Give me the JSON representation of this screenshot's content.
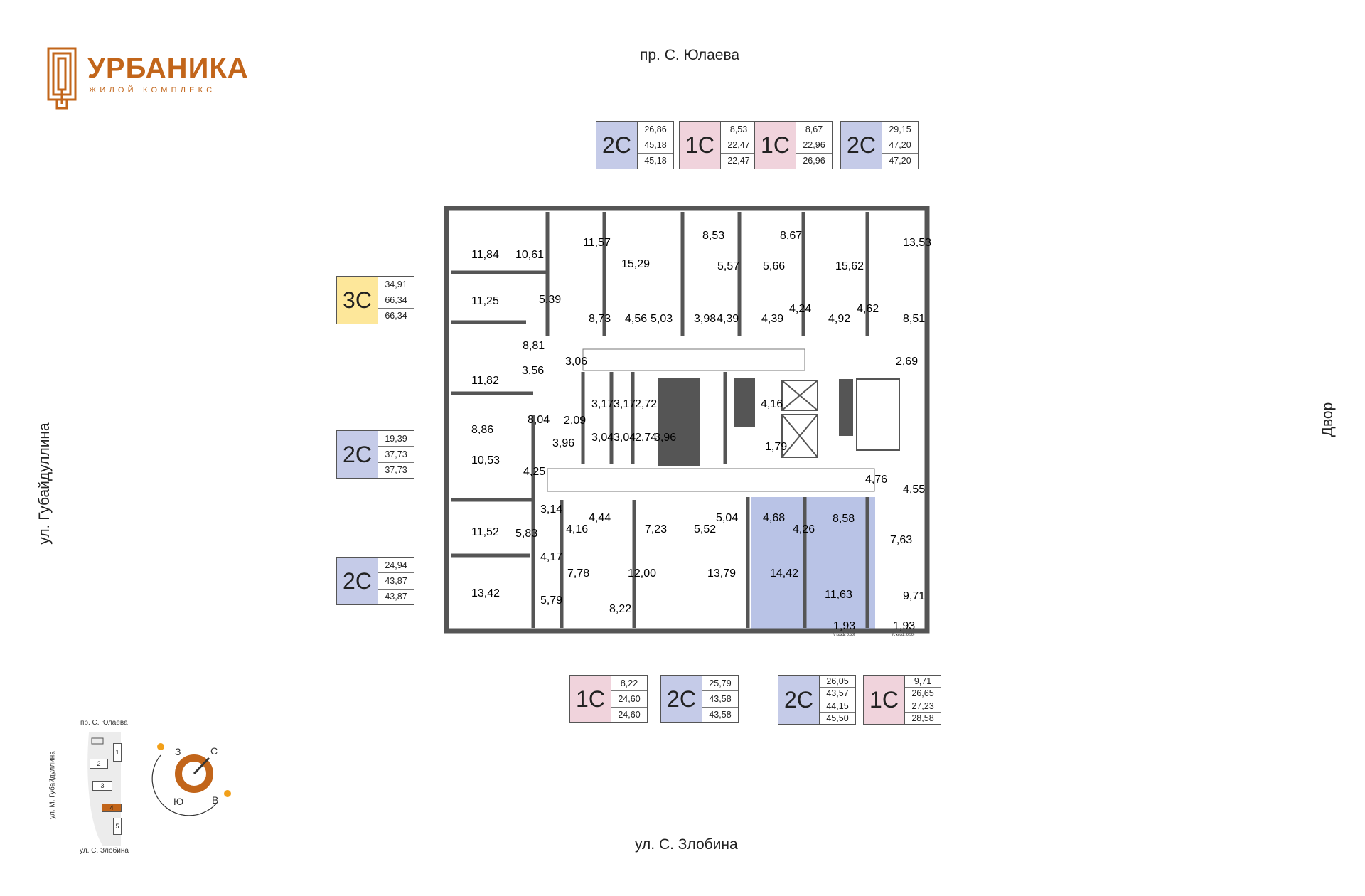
{
  "brand": {
    "title": "УРБАНИКА",
    "subtitle": "ЖИЛОЙ КОМПЛЕКС",
    "color": "#c2651a"
  },
  "streets": {
    "top": "пр. С. Юлаева",
    "bottom": "ул. С. Злобина",
    "left": "ул. Губайдуллина",
    "right": "Двор"
  },
  "colors": {
    "blue": "#c5cbe8",
    "pink": "#f0d3dc",
    "yellow": "#fde79a",
    "selected": "#b9c3e6",
    "wall": "#555555"
  },
  "apartments": {
    "top": [
      {
        "type": "2С",
        "color": "blue",
        "values": [
          "26,86",
          "45,18",
          "45,18"
        ]
      },
      {
        "type": "1С",
        "color": "pink",
        "values": [
          "8,53",
          "22,47",
          "22,47"
        ]
      },
      {
        "type": "1С",
        "color": "pink",
        "values": [
          "8,67",
          "22,96",
          "26,96"
        ]
      },
      {
        "type": "2С",
        "color": "blue",
        "values": [
          "29,15",
          "47,20",
          "47,20"
        ]
      }
    ],
    "left": [
      {
        "type": "3С",
        "color": "yellow",
        "values": [
          "34,91",
          "66,34",
          "66,34"
        ]
      },
      {
        "type": "2С",
        "color": "blue",
        "values": [
          "19,39",
          "37,73",
          "37,73"
        ]
      },
      {
        "type": "2С",
        "color": "blue",
        "values": [
          "24,94",
          "43,87",
          "43,87"
        ]
      }
    ],
    "bottom": [
      {
        "type": "1С",
        "color": "pink",
        "values": [
          "8,22",
          "24,60",
          "24,60"
        ]
      },
      {
        "type": "2С",
        "color": "blue",
        "values": [
          "25,79",
          "43,58",
          "43,58"
        ]
      },
      {
        "type": "2С",
        "color": "blue",
        "values": [
          "26,05",
          "43,57",
          "44,15",
          "45,50"
        ]
      },
      {
        "type": "1С",
        "color": "pink",
        "values": [
          "9,71",
          "26,65",
          "27,23",
          "28,58"
        ]
      }
    ]
  },
  "room_areas": {
    "r1": "11,84",
    "r2": "10,61",
    "r3": "11,57",
    "r4": "15,29",
    "r5": "8,53",
    "r6": "8,67",
    "r7": "15,62",
    "r8": "13,53",
    "r9": "5,57",
    "r10": "5,66",
    "r11": "11,25",
    "r12": "5,39",
    "r13": "8,73",
    "r14": "4,56",
    "r15": "5,03",
    "r16": "3,98",
    "r17": "4,39",
    "r18": "4,39",
    "r19": "4,24",
    "r20": "4,92",
    "r21": "4,62",
    "r22": "8,51",
    "r23": "8,81",
    "r24": "3,06",
    "r25": "2,69",
    "r26": "11,82",
    "r27": "3,56",
    "r28": "3,17",
    "r29": "3,17",
    "r30": "2,72",
    "r31": "4,16",
    "r32": "8,86",
    "r33": "8,04",
    "r34": "2,09",
    "r35": "3,04",
    "r36": "3,04",
    "r37": "2,74",
    "r38": "3,96",
    "r39": "3,96",
    "r40": "1,79",
    "r41": "10,53",
    "r42": "4,25",
    "r43": "4,76",
    "r44": "4,55",
    "r45": "3,14",
    "r46": "4,44",
    "r47": "5,04",
    "r48": "4,68",
    "r49": "8,58",
    "r50": "11,52",
    "r51": "5,83",
    "r52": "4,16",
    "r53": "7,23",
    "r54": "5,52",
    "r55": "4,26",
    "r56": "7,63",
    "r57": "4,17",
    "r58": "7,78",
    "r59": "12,00",
    "r60": "13,79",
    "r61": "14,42",
    "r62": "11,63",
    "r63": "9,71",
    "r64": "13,42",
    "r65": "5,79",
    "r66": "8,22",
    "r67": "1,93",
    "r68": "1,93",
    "note1": "(с коэф. 0,50)",
    "note2": "(с коэф. 0,50)"
  },
  "minimap": {
    "street_top": "пр. С. Юлаева",
    "street_bottom": "ул. С. Злобина",
    "street_left": "ул. М. Губайдуллина",
    "buildings": [
      "1",
      "2",
      "3",
      "4",
      "5"
    ],
    "highlighted_building": "4",
    "compass": {
      "north": "С",
      "south": "Ю",
      "west": "З",
      "east": "В"
    }
  }
}
